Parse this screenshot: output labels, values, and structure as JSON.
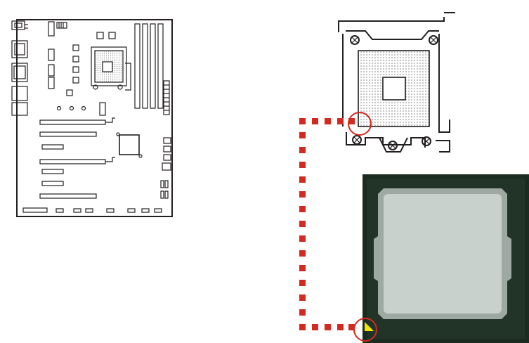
{
  "figure": {
    "motherboard": {
      "memory_slots": 4,
      "pcie_slots": 4
    },
    "socket": {
      "pin_one_marker": "triangle"
    },
    "cpu": {
      "pin_one_marker": "triangle"
    },
    "colors": {
      "line": "#231f20",
      "callout": "#d22a20",
      "cpu_substrate": "#1c2b21",
      "cpu_heatspreader": "#c9d1cc",
      "pin_marker": "#f2e600",
      "pin_grid": "#b5b5b5",
      "background": "#ffffff"
    }
  }
}
